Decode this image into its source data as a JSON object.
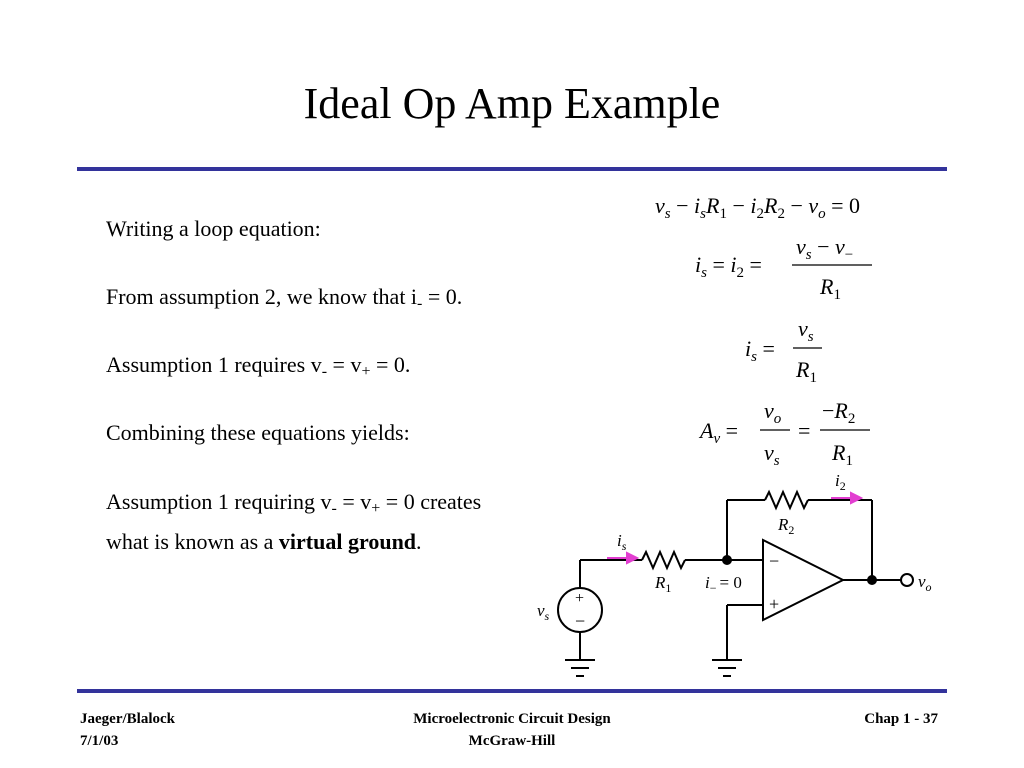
{
  "slide": {
    "title": "Ideal Op Amp Example",
    "text": {
      "p1": "Writing a loop equation:",
      "p2_pre": "From assumption 2, we know that i",
      "p2_sub": "-",
      "p2_post": " = 0.",
      "p3_pre": "Assumption 1 requires v",
      "p3_sub1": "-",
      "p3_mid": " = v",
      "p3_sub2": "+",
      "p3_post": " = 0.",
      "p4": "Combining these equations yields:",
      "p5_pre": "Assumption 1 requiring v",
      "p5_sub1": "-",
      "p5_mid": " = v",
      "p5_sub2": "+",
      "p5_post": " = 0 creates what is known as a ",
      "p5_bold": "virtual ground",
      "p5_end": "."
    }
  },
  "equations": {
    "eq1": "v_s − i_s R_1 − i_2 R_2 − v_o = 0",
    "eq2": "i_s = i_2 = (v_s − v_−) / R_1",
    "eq3": "i_s = v_s / R_1",
    "eq4": "A_v = v_o / v_s = −R_2 / R_1"
  },
  "circuit_labels": {
    "vs": "v",
    "vs_sub": "s",
    "is": "i",
    "is_sub": "s",
    "R1": "R",
    "R1_sub": "1",
    "R2": "R",
    "R2_sub": "2",
    "i2": "i",
    "i2_sub": "2",
    "iminus": "i",
    "iminus_sub": "−",
    "iminus_val": "= 0",
    "vo": "v",
    "vo_sub": "o",
    "plus": "+",
    "minus": "−"
  },
  "footer": {
    "left_line1": "Jaeger/Blalock",
    "left_line2": "7/1/03",
    "center_line1": "Microelectronic Circuit Design",
    "center_line2": "McGraw-Hill",
    "right": "Chap 1 - 37"
  },
  "colors": {
    "rule": "#33339b",
    "arrow": "#e23ed0"
  }
}
